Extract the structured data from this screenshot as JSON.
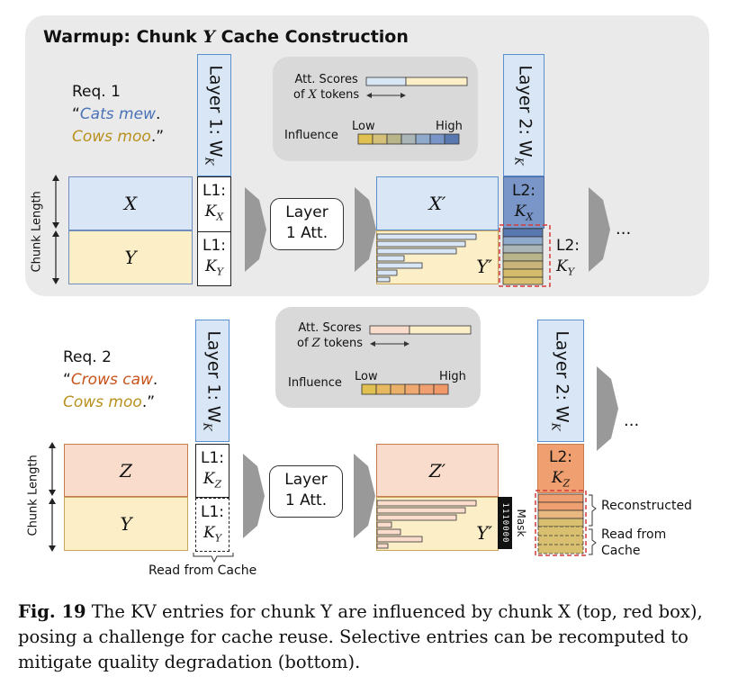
{
  "top": {
    "title_prefix": "Warmup: Chunk ",
    "title_var": "Y",
    "title_suffix": " Cache Construction",
    "req_label": "Req. 1",
    "req_q_open": "“",
    "req_word1": "Cats mew",
    "req_word2": "Cows moo",
    "req_dot": ".",
    "req_q_close": "”",
    "layer1": "Layer 1: W",
    "layer2": "Layer 2: W",
    "wk_sub": "K",
    "chunk1": "X",
    "chunk2": "Y",
    "k1_line1": "L1:",
    "k1_var": "K",
    "k1_sub": "X",
    "k2_line1": "L1:",
    "k2_var": "K",
    "k2_sub": "Y",
    "att_l1": "Layer",
    "att_l2": "1 Att.",
    "out1": "X′",
    "out2": "Y′",
    "l2k_line1": "L2:",
    "l2k_var": "K",
    "l2k_sub": "X",
    "l2ky_line1": "L2:",
    "l2ky_var": "K",
    "l2ky_sub": "Y",
    "legend_scores_l1": "Att. Scores",
    "legend_scores_l2_pre": "of ",
    "legend_scores_l2_var": "X",
    "legend_scores_l2_post": " tokens",
    "legend_influence": "Influence",
    "legend_low": "Low",
    "legend_high": "High",
    "dots": "..."
  },
  "bottom": {
    "req_label": "Req. 2",
    "req_q_open": "“",
    "req_word1": "Crows caw",
    "req_word2": "Cows moo",
    "req_dot": ".",
    "req_q_close": "”",
    "layer1": "Layer 1: W",
    "layer2": "Layer 2: W",
    "wk_sub": "K",
    "chunk1": "Z",
    "chunk2": "Y",
    "k1_line1": "L1:",
    "k1_var": "K",
    "k1_sub": "Z",
    "k2_line1": "L1:",
    "k2_var": "K",
    "k2_sub": "Y",
    "read_cache": "Read from Cache",
    "att_l1": "Layer",
    "att_l2": "1 Att.",
    "out1": "Z′",
    "out2": "Y′",
    "mask_label": "Mask",
    "mask_bits": "1110000",
    "l2k_line1": "L2:",
    "l2k_var": "K",
    "l2k_sub": "Z",
    "reconstructed": "Reconstructed",
    "read_from": "Read from",
    "cache": "Cache",
    "legend_scores_l1": "Att. Scores",
    "legend_scores_l2_pre": "of ",
    "legend_scores_l2_var": "Z",
    "legend_scores_l2_post": " tokens",
    "legend_influence": "Influence",
    "legend_low": "Low",
    "legend_high": "High",
    "dots": "..."
  },
  "chunk_length": "Chunk Length",
  "caption": {
    "fig": "Fig. 19",
    "text": " The KV entries for chunk Y are influenced by chunk X (top, red box), posing a challenge for cache reuse. Selective entries can be recomputed to mitigate quality degradation (bottom)."
  },
  "colors": {
    "blue_fill": "#d9e6f5",
    "blue_dark": "#7a96c8",
    "yellow_fill": "#fcefc7",
    "peach_fill": "#f9dccb",
    "orange_dark": "#f0a070",
    "red_dashed": "#d43a3a",
    "panel_gray": "#eaeaea",
    "legend_gray": "#d9d9d9"
  }
}
